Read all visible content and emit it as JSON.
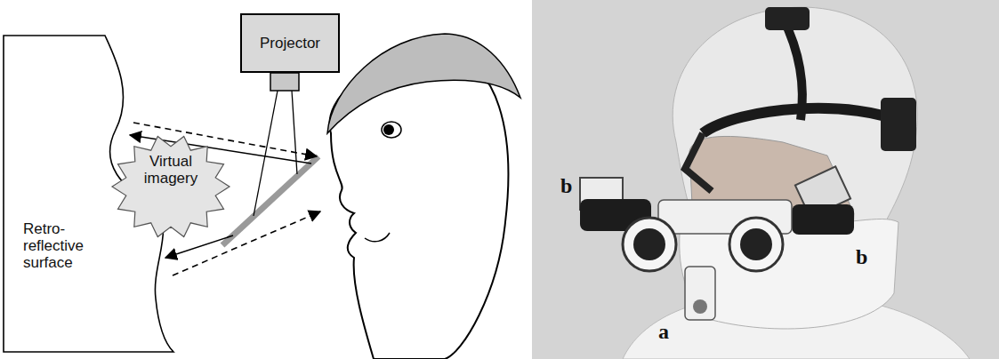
{
  "diagram": {
    "nodes": [
      {
        "text": [
          "Projector"
        ]
      },
      {
        "text": [
          "Retro-reflective surface"
        ]
      },
      {
        "text": [
          "Virtual imagery"
        ]
      }
    ],
    "labels": [
      "b",
      "a",
      "b"
    ]
  }
}
